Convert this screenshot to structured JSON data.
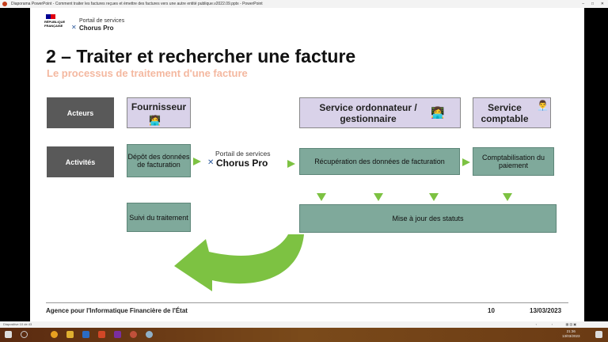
{
  "window": {
    "title": "Diaporama PowerPoint - Comment traiter les factures reçues et émettre des factures vers une autre entité publique.v2022.09.pptx - PowerPoint"
  },
  "slide": {
    "logo": {
      "republique": "RÉPUBLIQUE FRANÇAISE",
      "portail": "Portail de services",
      "chorus": "Chorus Pro"
    },
    "title": "2 – Traiter et rechercher une facture",
    "subtitle": "Le processus de traitement d'une facture",
    "row_labels": {
      "acteurs": "Acteurs",
      "activites": "Activités"
    },
    "actors": {
      "fournisseur": "Fournisseur",
      "ordonnateur": "Service ordonnateur / gestionnaire",
      "comptable": "Service comptable"
    },
    "activities": {
      "depot": "Dépôt des données de facturation",
      "portail": "Portail de services",
      "chorus": "Chorus Pro",
      "recuperation": "Récupération des  données de facturation",
      "comptabilisation": "Comptabilisation du paiement",
      "suivi": "Suivi du traitement",
      "maj": "Mise à jour des statuts"
    },
    "footer": {
      "org": "Agence pour l'Informatique Financière de l'État",
      "page": "10",
      "date": "13/03/2023"
    }
  },
  "statusbar": {
    "text": "Diapositive 10 de 43"
  },
  "taskbar": {
    "time": "21:36",
    "date": "13/03/2023"
  },
  "colors": {
    "accent": "#f4a582",
    "teal": "#7fa99b",
    "lavender": "#d9d2e9",
    "arrow": "#7dc242"
  }
}
